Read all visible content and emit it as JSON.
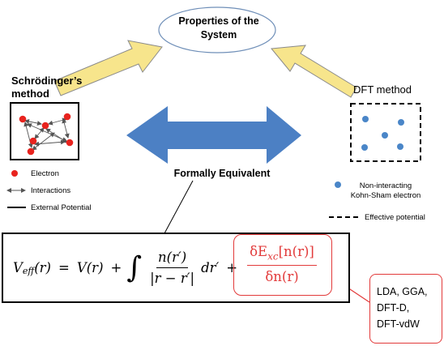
{
  "center": {
    "title_line1": "Properties of the",
    "title_line2": "System"
  },
  "left": {
    "heading_line1": "Schrödinger’s",
    "heading_line2": "method",
    "legend": {
      "electron": "Electron",
      "interactions": "Interactions",
      "external_potential": "External Potential"
    }
  },
  "right": {
    "heading": "DFT method",
    "legend": {
      "electron_line1": "Non-interacting",
      "electron_line2": "Kohn-Sham electron",
      "effective_potential": "Effective potential"
    }
  },
  "middle": {
    "label": "Formally Equivalent"
  },
  "equation": {
    "lhs_base": "V",
    "lhs_sub": "eff",
    "lhs_arg": " (r)",
    "equals": "=",
    "term1": "V(r)",
    "plus1": "+",
    "integral": "∫",
    "frac_num": "n(r′)",
    "frac_den": "|r − r′|",
    "dr": "dr′",
    "plus2": "+",
    "xc_num_prefix": "δE",
    "xc_num_sub": "xc",
    "xc_num_suffix": "[n(r)]",
    "xc_den": "δn(r)"
  },
  "methods": [
    "LDA, GGA,",
    "DFT-D,",
    "DFT-vdW"
  ],
  "colors": {
    "electron_red": "#e8231e",
    "ks_electron_blue": "#4a86c8",
    "double_arrow_blue": "#4c80c4",
    "yellow_arrow_fill": "#f7e58c",
    "yellow_arrow_stroke": "#8a8a8a",
    "xc_red": "#e23a3a",
    "ellipse_stroke": "#6f8fb8"
  }
}
